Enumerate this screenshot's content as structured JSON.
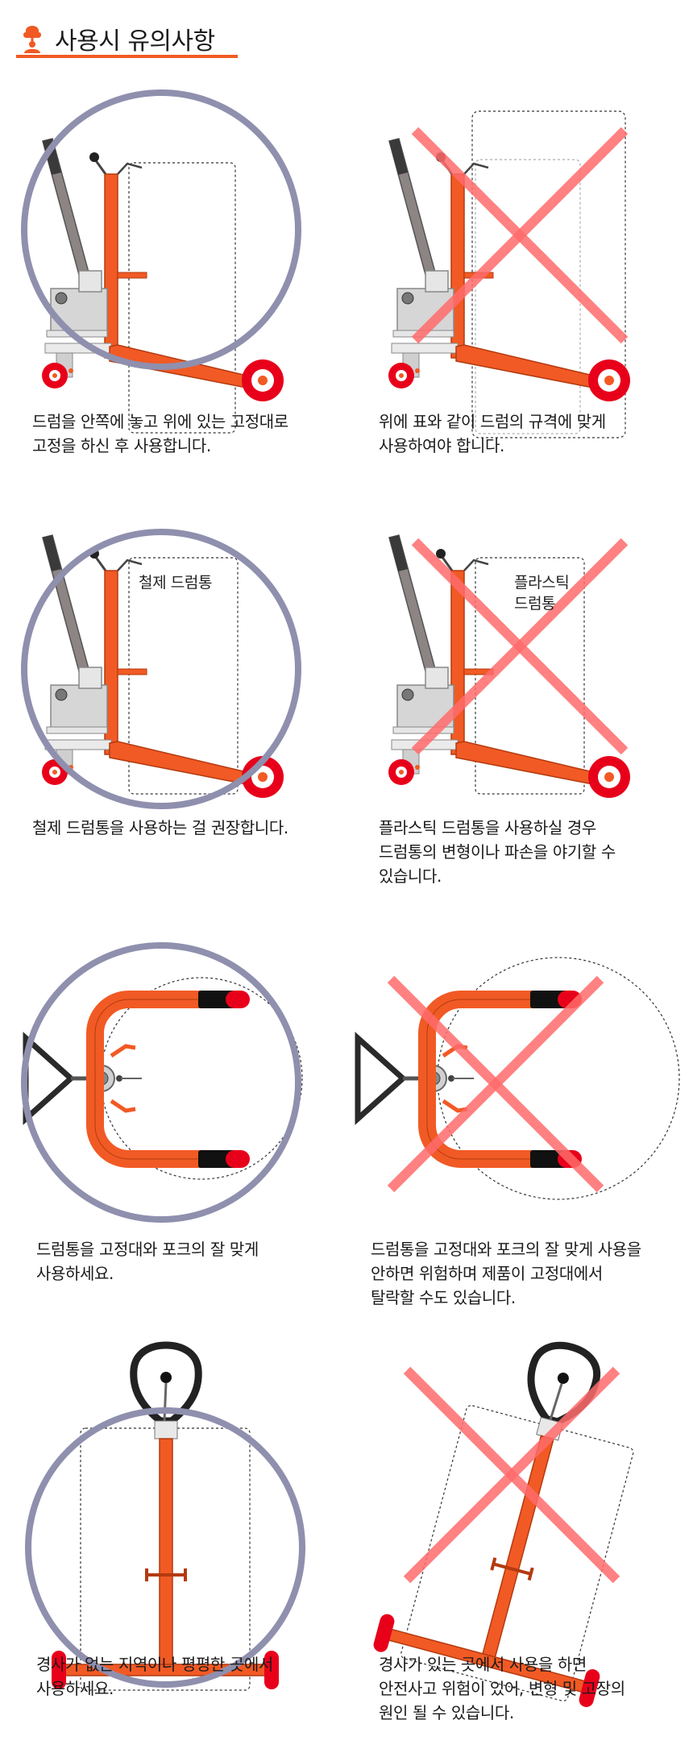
{
  "header": {
    "title": "사용시 유의사항"
  },
  "colors": {
    "accent": "#f15a24",
    "circle": "#8f8fae",
    "cross": "#ff6b6b",
    "wheel": "#e8001a"
  },
  "icons": {
    "logo": "tree-person-icon",
    "ok": "circle-mark",
    "ng": "x-mark"
  },
  "panels": [
    {
      "caption": "드럼을 안쪽에 놓고 위에 있는 고정대로\n고정을 하신 후 사용합니다."
    },
    {
      "caption": "위에 표와 같이 드럼의 규격에 맞게\n사용하여야 합니다."
    },
    {
      "caption": "철제 드럼통을 사용하는 걸 권장합니다.",
      "label": "철제 드럼통"
    },
    {
      "caption": "플라스틱 드럼통을 사용하실 경우\n드럼통의 변형이나 파손을 야기할 수\n있습니다.",
      "label": "플라스틱\n드럼통"
    },
    {
      "caption": "드럼통을 고정대와 포크의 잘 맞게\n사용하세요."
    },
    {
      "caption": "드럼통을 고정대와 포크의 잘 맞게 사용을\n안하면 위험하며 제품이 고정대에서\n탈락할 수도 있습니다."
    },
    {
      "caption": "경사가 없는 지역이나 평평한 곳에서\n사용하세요."
    },
    {
      "caption": "경사가 있는 곳에서 사용을 하면\n안전사고 위험이 있어, 변형 및 고장의\n원인 될 수 있습니다."
    }
  ]
}
